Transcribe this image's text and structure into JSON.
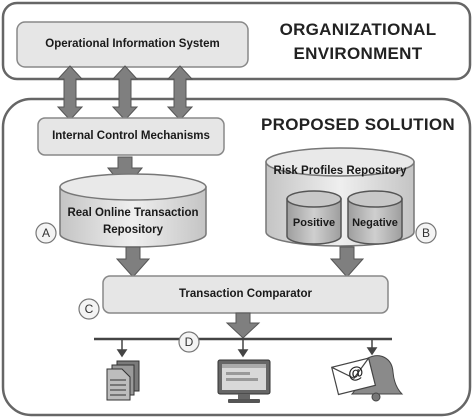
{
  "environment": {
    "title_line1": "ORGANIZATIONAL",
    "title_line2": "ENVIRONMENT",
    "system_label": "Operational Information System"
  },
  "solution": {
    "title": "PROPOSED SOLUTION",
    "internal_control": "Internal Control Mechanisms",
    "transaction_repo_line1": "Real Online Transaction",
    "transaction_repo_line2": "Repository",
    "risk_repo_title": "Risk Profiles Repository",
    "positive": "Positive",
    "negative": "Negative",
    "comparator": "Transaction Comparator"
  },
  "badges": [
    "A",
    "B",
    "C",
    "D"
  ],
  "outputs": [
    {
      "icon": "document-icon"
    },
    {
      "icon": "monitor-icon"
    },
    {
      "icon": "email-alert-icon",
      "symbol": "@"
    }
  ],
  "colors": {
    "box_fill": "#e6e6e6",
    "border": "#666666",
    "arrow": "#7f7f7f",
    "badge_fill": "#f4f4f4"
  }
}
